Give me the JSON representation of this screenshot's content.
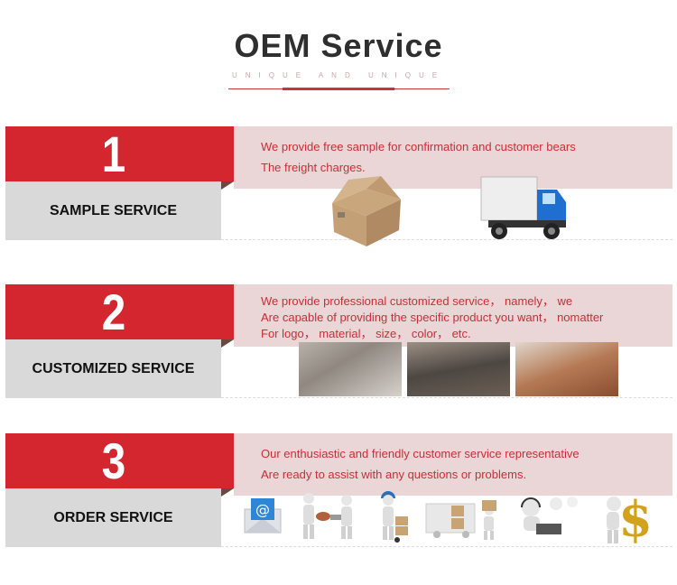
{
  "header": {
    "title": "OEM Service",
    "subtitle": "UNIQUE AND UNIQUE"
  },
  "sections": [
    {
      "number": "1",
      "label": "SAMPLE SERVICE",
      "description": [
        "We provide free sample for confirmation and customer bears",
        "The freight charges."
      ],
      "images": [
        "cardboard-box",
        "delivery-truck"
      ]
    },
    {
      "number": "2",
      "label": "CUSTOMIZED SERVICE",
      "description": [
        "We provide professional customized service， namely， we",
        "Are capable of providing the specific product you want， nomatter",
        "For logo， material， size， color， etc."
      ],
      "images": [
        "factory-photo-1",
        "factory-photo-2",
        "factory-photo-3"
      ]
    },
    {
      "number": "3",
      "label": "ORDER SERVICE",
      "description": [
        "Our enthusiastic and friendly customer service representative",
        "Are ready to assist with any questions or problems."
      ],
      "images": [
        "email-envelope",
        "handshake-figures",
        "courier-with-dolly",
        "truck-loading",
        "call-center-agents",
        "dollar-sign-figure"
      ]
    }
  ],
  "colors": {
    "accent_red": "#d3262f",
    "panel_pink": "#ead5d7",
    "label_grey": "#d9d9d9",
    "text_red": "#cc2e35",
    "title_dark": "#2f2f2f"
  }
}
